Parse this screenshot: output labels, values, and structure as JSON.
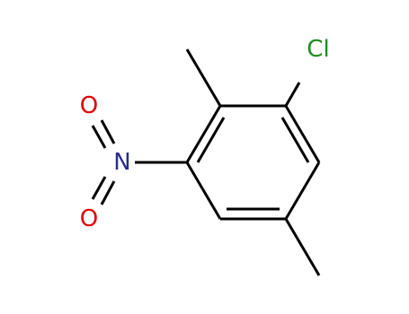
{
  "molecule": {
    "colors": {
      "bond": "#000000",
      "oxygen": "#e00000",
      "nitrogen": "#2a2a8c",
      "chlorine": "#1a8f1a"
    },
    "labels": {
      "chlorine": "Cl",
      "nitrogen": "N",
      "oxygen_top": "O",
      "oxygen_bottom": "O"
    }
  }
}
